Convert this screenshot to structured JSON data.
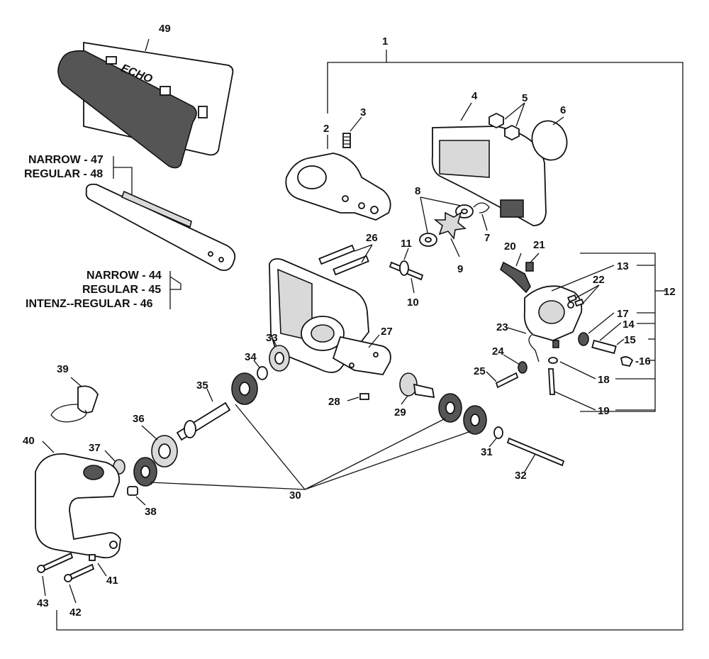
{
  "callouts": {
    "c1": "1",
    "c2": "2",
    "c3": "3",
    "c4": "4",
    "c5": "5",
    "c6": "6",
    "c7": "7",
    "c8": "8",
    "c9": "9",
    "c10": "10",
    "c11": "11",
    "c12": "12",
    "c13": "13",
    "c14": "14",
    "c15": "15",
    "c16": "16",
    "c17": "17",
    "c18": "18",
    "c19": "19",
    "c20": "20",
    "c21": "21",
    "c22": "22",
    "c23": "23",
    "c24": "24",
    "c25": "25",
    "c26": "26",
    "c27": "27",
    "c28": "28",
    "c29": "29",
    "c30": "30",
    "c31": "31",
    "c32": "32",
    "c33": "33",
    "c34": "34",
    "c35": "35",
    "c36": "36",
    "c37": "37",
    "c38": "38",
    "c39": "39",
    "c40": "40",
    "c41": "41",
    "c42": "42",
    "c43": "43",
    "c49": "49"
  },
  "variant_labels": {
    "narrow_47": "NARROW - 47",
    "regular_48": "REGULAR - 48",
    "narrow_44": "NARROW - 44",
    "regular_45": "REGULAR - 45",
    "intenz_46": "INTENZ--REGULAR - 46",
    "c16_label": "-16"
  },
  "brand_mark": "ECHO"
}
